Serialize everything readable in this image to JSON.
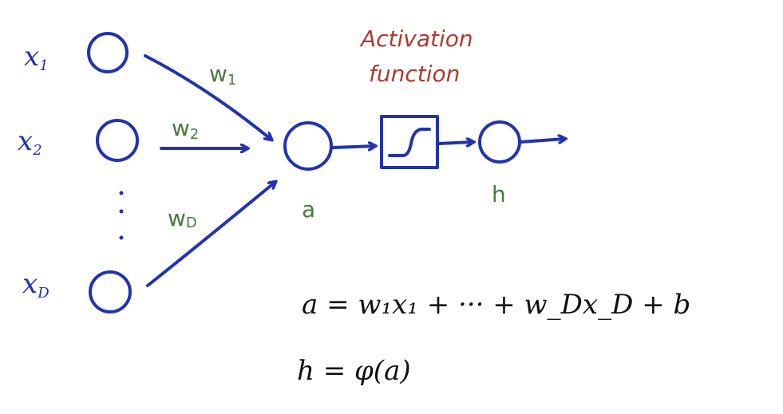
{
  "inputs": [
    {
      "label": "x",
      "sub": "1"
    },
    {
      "label": "x",
      "sub": "2"
    },
    {
      "label": "x",
      "sub": "D"
    }
  ],
  "ellipsis": "⋮",
  "weights": [
    {
      "label": "w",
      "sub": "1"
    },
    {
      "label": "w",
      "sub": "2"
    },
    {
      "label": "w",
      "sub": "D"
    }
  ],
  "activation_node_label": "a",
  "output_node_label": "h",
  "activation_title": [
    "Activation",
    "function"
  ],
  "equations": {
    "pre_activation": "a = w₁x₁ + ··· + w_Dx_D + b",
    "output": "h = φ(a)"
  },
  "colors": {
    "ink": "#2233b0",
    "weights": "#4a7a3a",
    "title": "#b03a2e",
    "equations": "#111111"
  }
}
